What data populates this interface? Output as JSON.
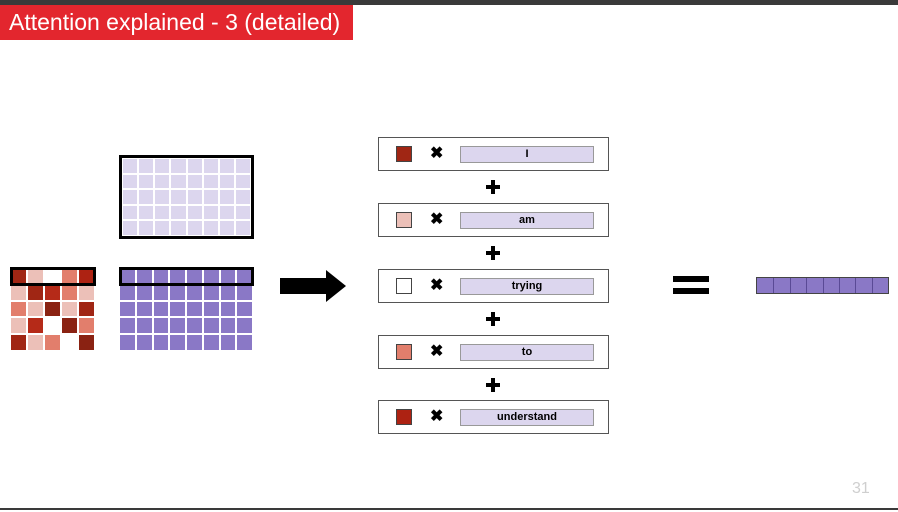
{
  "slide": {
    "title": "Attention explained - 3 (detailed)",
    "page_number": "31",
    "title_color": "#e3262e"
  },
  "attention_matrix": {
    "rows": [
      [
        "#a02614",
        "#ecc0b8",
        "#ffffff",
        "#e27e6c",
        "#ad2212"
      ],
      [
        "#ecc0b8",
        "#a02614",
        "#b52a18",
        "#e27e6c",
        "#ecc0b8"
      ],
      [
        "#e27e6c",
        "#ecc0b8",
        "#8a2212",
        "#ecc0b8",
        "#a02614"
      ],
      [
        "#ecc0b8",
        "#b52a18",
        "#ffffff",
        "#8a2212",
        "#e27e6c"
      ],
      [
        "#a02614",
        "#ecc0b8",
        "#e27e6c",
        "#ffffff",
        "#8a2212"
      ]
    ]
  },
  "key_matrix": {
    "color": "#dcd6ee",
    "rows": 5,
    "cols": 8
  },
  "value_matrix": {
    "color": "#8a78c6",
    "rows": 5,
    "cols": 8
  },
  "weighted_sum": {
    "terms": [
      {
        "word": "I",
        "weight_color": "#a02614"
      },
      {
        "word": "am",
        "weight_color": "#ecc0b8"
      },
      {
        "word": "trying",
        "weight_color": "#ffffff"
      },
      {
        "word": "to",
        "weight_color": "#e27e6c"
      },
      {
        "word": "understand",
        "weight_color": "#ad2212"
      }
    ],
    "operator_times": "✖",
    "operator_plus": "+"
  },
  "result_vector": {
    "color": "#8a78c6",
    "cells": 8
  },
  "icons": [
    "right-arrow-icon",
    "plus-icon",
    "times-icon",
    "equals-icon"
  ]
}
